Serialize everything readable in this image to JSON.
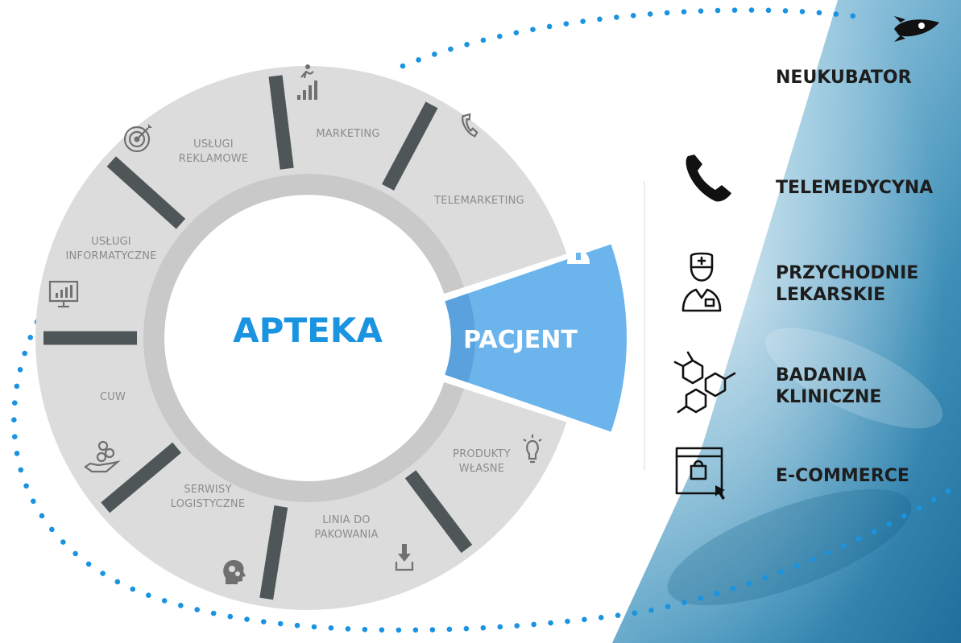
{
  "center": {
    "title": "APTEKA"
  },
  "active_segment": {
    "label": "PACJENT",
    "icon": "doctor-avatar-icon"
  },
  "segments": [
    {
      "lines": [
        "MARKETING"
      ],
      "icon": "running-chart-icon"
    },
    {
      "lines": [
        "TELEMARKETING"
      ],
      "icon": "phone-icon"
    },
    {
      "lines": [
        "PRODUKTY",
        "WŁASNE"
      ],
      "icon": "lightbulb-icon"
    },
    {
      "lines": [
        "LINIA DO",
        "PAKOWANIA"
      ],
      "icon": "download-box-icon"
    },
    {
      "lines": [
        "SERWISY",
        "LOGISTYCZNE"
      ],
      "icon": "head-gears-icon"
    },
    {
      "lines": [
        "CUW"
      ],
      "icon": "hand-coins-icon"
    },
    {
      "lines": [
        "USŁUGI",
        "INFORMATYCZNE"
      ],
      "icon": "monitor-chart-icon"
    },
    {
      "lines": [
        "USŁUGI",
        "REKLAMOWE"
      ],
      "icon": "target-icon"
    }
  ],
  "right_items": [
    {
      "lines": [
        "NEUKUBATOR"
      ],
      "icon": "rocket-icon"
    },
    {
      "lines": [
        "TELEMEDYCYNA"
      ],
      "icon": "phone-handset-icon"
    },
    {
      "lines": [
        "PRZYCHODNIE",
        "LEKARSKIE"
      ],
      "icon": "nurse-icon"
    },
    {
      "lines": [
        "BADANIA",
        "KLINICZNE"
      ],
      "icon": "molecules-icon"
    },
    {
      "lines": [
        "E-COMMERCE"
      ],
      "icon": "online-shop-icon"
    }
  ],
  "colors": {
    "segment_fill": "#dcdcdc",
    "inner_ring": "#c9c9c9",
    "separator": "#4f5658",
    "active_fill": "#6cb5ec",
    "active_inner": "#5aa2dd",
    "accent": "#1a93e0",
    "dots": "#1a93e0",
    "background_photo": "#8fc3dc"
  }
}
